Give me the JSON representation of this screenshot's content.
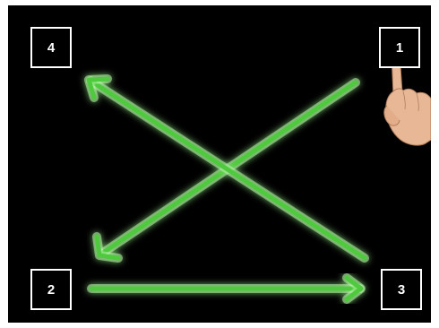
{
  "corners": [
    {
      "label": "1",
      "order": 1
    },
    {
      "label": "2",
      "order": 2
    },
    {
      "label": "3",
      "order": 3
    },
    {
      "label": "4",
      "order": 4
    }
  ],
  "colors": {
    "background": "#000000",
    "arrow": "#4fc93d",
    "arrow_glow": "#9be88e",
    "box_border": "#ffffff",
    "box_text": "#ffffff",
    "hand_skin": "#e8b896"
  },
  "icons": {
    "pointer": "pointing-hand-icon"
  }
}
